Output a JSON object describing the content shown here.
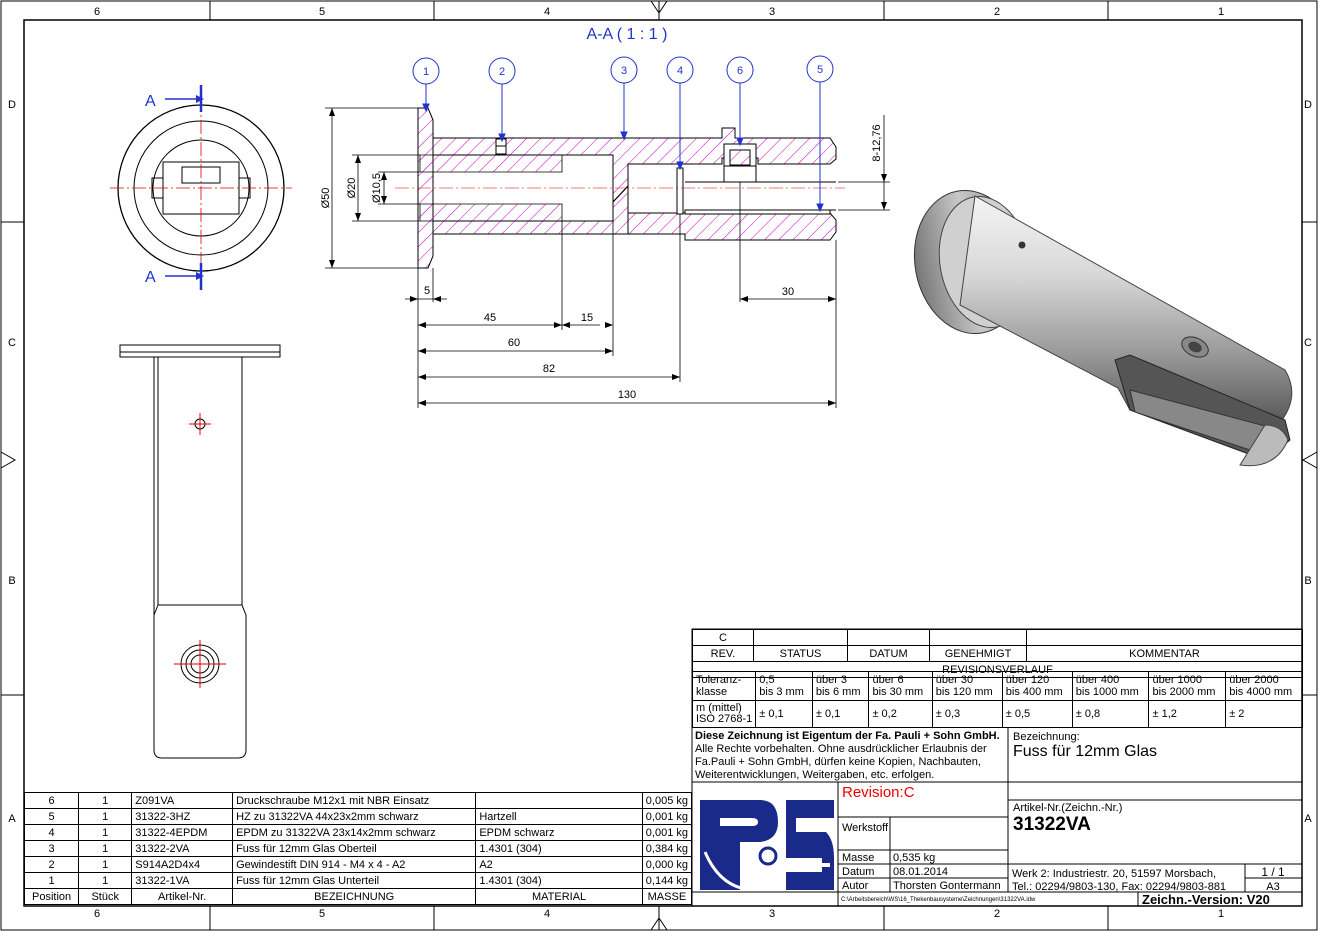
{
  "frame": {
    "cols": [
      "6",
      "5",
      "4",
      "3",
      "2",
      "1"
    ],
    "rows": [
      "D",
      "C",
      "B",
      "A"
    ]
  },
  "section_title": "A-A ( 1 : 1 )",
  "view_labels": {
    "a_top": "A",
    "a_bottom": "A"
  },
  "balloons": [
    "1",
    "2",
    "3",
    "4",
    "6",
    "5"
  ],
  "dimensions": {
    "d50": "Ø50",
    "d20": "Ø20",
    "d105": "Ø10,5",
    "range": "8-12,76",
    "d5": "5",
    "d45": "45",
    "d15": "15",
    "d60": "60",
    "d82": "82",
    "d130": "130",
    "d30": "30"
  },
  "revision_table": {
    "rev_value": "C",
    "headers": [
      "REV.",
      "STATUS",
      "DATUM",
      "GENEHMIGT",
      "KOMMENTAR"
    ],
    "title": "REVISIONSVERLAUF"
  },
  "tolerance": {
    "label1": "Toleranz-",
    "label2": "klasse",
    "ranges": [
      [
        "0,5",
        "bis 3 mm"
      ],
      [
        "über 3",
        "bis 6 mm"
      ],
      [
        "über 6",
        "bis 30 mm"
      ],
      [
        "über 30",
        "bis 120 mm"
      ],
      [
        "über 120",
        "bis 400 mm"
      ],
      [
        "über 400",
        "bis 1000 mm"
      ],
      [
        "über 1000",
        "bis 2000 mm"
      ],
      [
        "über 2000",
        "bis 4000 mm"
      ]
    ],
    "iso1": "m (mittel)",
    "iso2": "ISO 2768-1",
    "values": [
      "± 0,1",
      "± 0,1",
      "± 0,2",
      "± 0,3",
      "± 0,5",
      "± 0,8",
      "± 1,2",
      "± 2"
    ]
  },
  "notice": {
    "bold": "Diese Zeichnung ist Eigentum der Fa. Pauli + Sohn GmbH.",
    "l1": "Alle Rechte vorbehalten. Ohne ausdrücklicher Erlaubnis der",
    "l2": "Fa.Pauli + Sohn GmbH, dürfen keine Kopien, Nachbauten,",
    "l3": "Weiterentwicklungen, Weitergaben, etc. erfolgen."
  },
  "title_block": {
    "bezeichnung_label": "Bezeichnung:",
    "bezeichnung": "Fuss für 12mm Glas",
    "revision": "Revision:C",
    "werkstoff_label": "Werkstoff",
    "artikel_label": "Artikel-Nr.(Zeichn.-Nr.)",
    "artikel": "31322VA",
    "masse_label": "Masse",
    "masse": "0,535 kg",
    "datum_label": "Datum",
    "datum": "08.01.2014",
    "autor_label": "Autor",
    "autor": "Thorsten Gontermann",
    "path": "C:\\Arbeitsbereich\\WS\\16_Thekenbausysteme\\Zeichnungen\\31322VA.idw",
    "werk": "Werk 2: Industriestr. 20, 51597 Morsbach,",
    "tel": "Tel.: 02294/9803-130, Fax: 02294/9803-881",
    "sheet": "1 / 1",
    "format": "A3",
    "version": "Zeichn.-Version: V20"
  },
  "bom": {
    "headers": [
      "Position",
      "Stück",
      "Artikel-Nr.",
      "BEZEICHNUNG",
      "MATERIAL",
      "MASSE"
    ],
    "rows": [
      [
        "6",
        "1",
        "Z091VA",
        "Druckschraube M12x1 mit NBR Einsatz",
        "",
        "0,005 kg"
      ],
      [
        "5",
        "1",
        "31322-3HZ",
        "HZ zu 31322VA 44x23x2mm schwarz",
        "Hartzell",
        "0,001 kg"
      ],
      [
        "4",
        "1",
        "31322-4EPDM",
        "EPDM zu 31322VA 23x14x2mm schwarz",
        "EPDM schwarz",
        "0,001 kg"
      ],
      [
        "3",
        "1",
        "31322-2VA",
        "Fuss für 12mm Glas Oberteil",
        "1.4301 (304)",
        "0,384 kg"
      ],
      [
        "2",
        "1",
        "S914A2D4x4",
        "Gewindestift DIN 914 - M4 x 4 - A2",
        "A2",
        "0,000 kg"
      ],
      [
        "1",
        "1",
        "31322-1VA",
        "Fuss für 12mm Glas Unterteil",
        "1.4301 (304)",
        "0,144 kg"
      ]
    ]
  },
  "colors": {
    "section": "#cc00cc",
    "dim_blue": "#2233cc",
    "center": "#dd0000",
    "revision_red": "#ee0000",
    "logo_blue": "#1a2a8a"
  }
}
